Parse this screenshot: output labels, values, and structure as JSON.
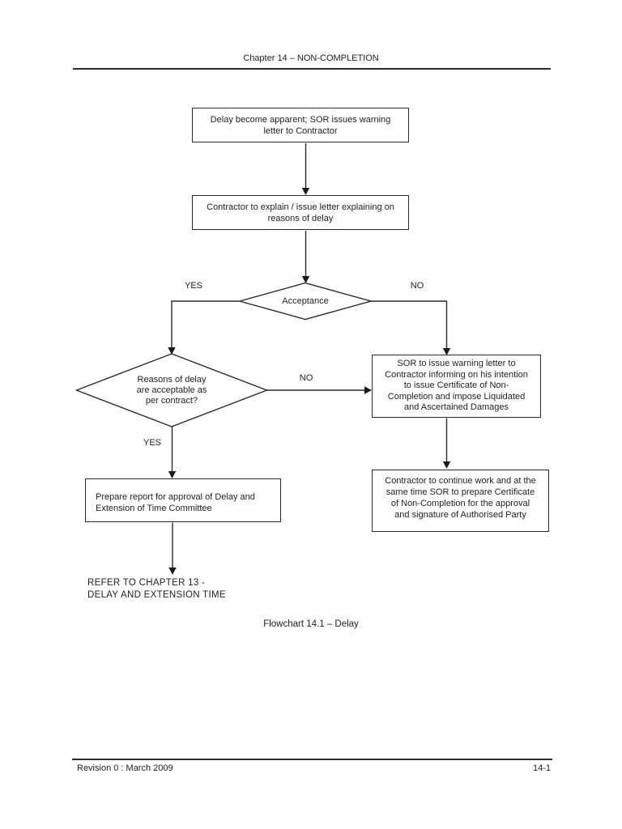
{
  "page": {
    "header": {
      "title": "Chapter 14 – NON-COMPLETION"
    },
    "caption": "Flowchart 14.1 – Delay",
    "footer": {
      "left": "Revision 0 : March 2009",
      "right": "14-1"
    }
  },
  "colors": {
    "ink": "#2b2b2b",
    "page_bg": "#ffffff"
  },
  "flowchart": {
    "nodes": {
      "start": {
        "lines": [
          "Delay become apparent; SOR issues warning",
          "letter to Contractor"
        ]
      },
      "explain": {
        "lines": [
          "Contractor to explain / issue letter explaining on",
          "reasons of delay"
        ]
      },
      "acceptance": {
        "lines": [
          "Acceptance"
        ]
      },
      "reasons": {
        "lines": [
          "Reasons of delay",
          "are acceptable as",
          "per contract?"
        ]
      },
      "sor_warning": {
        "lines": [
          "SOR to issue warning letter to",
          "Contractor informing on his intention",
          "to issue Certificate of Non-",
          "Completion and impose Liquidated",
          "and Ascertained Damages"
        ]
      },
      "prepare_report": {
        "lines": [
          "Prepare report for approval of Delay and",
          "Extension of Time Committee"
        ]
      },
      "continue_work": {
        "lines": [
          "Contractor to continue work and at the",
          "same time SOR to prepare Certificate",
          "of Non-Completion for the approval",
          "and signature of Authorised Party"
        ]
      },
      "refer": {
        "lines": [
          "REFER TO CHAPTER 13 -",
          "DELAY AND EXTENSION TIME"
        ]
      }
    },
    "labels": {
      "acceptance_yes": "YES",
      "acceptance_no": "NO",
      "reasons_no": "NO",
      "reasons_yes": "YES"
    }
  }
}
